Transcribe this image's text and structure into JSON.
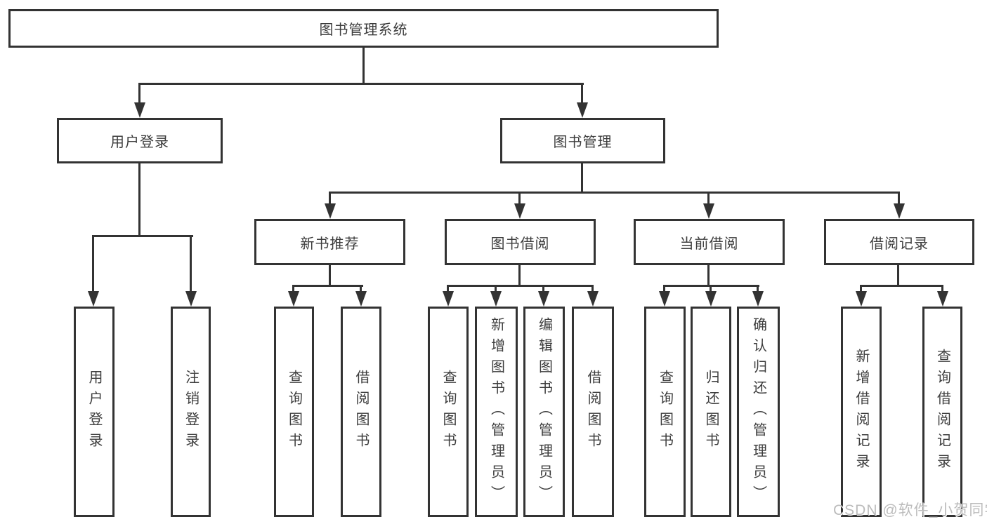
{
  "diagram": {
    "root": {
      "label": "图书管理系统"
    },
    "level2": [
      {
        "label": "用户登录"
      },
      {
        "label": "图书管理"
      }
    ],
    "level3": [
      {
        "label": "新书推荐",
        "parent": "图书管理"
      },
      {
        "label": "图书借阅",
        "parent": "图书管理"
      },
      {
        "label": "当前借阅",
        "parent": "图书管理"
      },
      {
        "label": "借阅记录",
        "parent": "图书管理"
      }
    ],
    "leaves": [
      {
        "label": "用户登录",
        "parent": "用户登录"
      },
      {
        "label": "注销登录",
        "parent": "用户登录"
      },
      {
        "label": "查询图书",
        "parent": "新书推荐"
      },
      {
        "label": "借阅图书",
        "parent": "新书推荐"
      },
      {
        "label": "查询图书",
        "parent": "图书借阅"
      },
      {
        "label": "新增图书（管理员）",
        "parent": "图书借阅"
      },
      {
        "label": "编辑图书（管理员）",
        "parent": "图书借阅"
      },
      {
        "label": "借阅图书",
        "parent": "图书借阅"
      },
      {
        "label": "查询图书",
        "parent": "当前借阅"
      },
      {
        "label": "归还图书",
        "parent": "当前借阅"
      },
      {
        "label": "确认归还（管理员）",
        "parent": "当前借阅"
      },
      {
        "label": "新增借阅记录",
        "parent": "借阅记录"
      },
      {
        "label": "查询借阅记录",
        "parent": "借阅记录"
      }
    ],
    "colors": {
      "line": "#333333",
      "text": "#3d3d3d",
      "background": "#ffffff"
    }
  },
  "watermark": {
    "text": "CSDN @软件_小贺同学",
    "color": "#bcbcbc"
  }
}
